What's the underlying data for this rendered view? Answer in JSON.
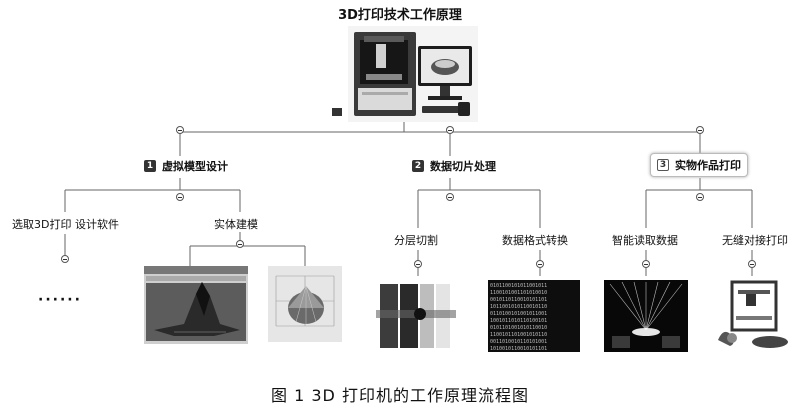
{
  "title": "3D打印技术工作原理",
  "categories": [
    {
      "num": "1",
      "label": "虚拟模型设计"
    },
    {
      "num": "2",
      "label": "数据切片处理"
    },
    {
      "num": "3",
      "label": "实物作品打印"
    }
  ],
  "leaves": {
    "software": "选取3D打印 设计软件",
    "modeling": "实体建模",
    "layering": "分层切割",
    "format": "数据格式转换",
    "reading": "智能读取数据",
    "seamless": "无缝对接打印"
  },
  "ellipsis": "······",
  "caption": "图 1   3D 打印机的工作原理流程图"
}
